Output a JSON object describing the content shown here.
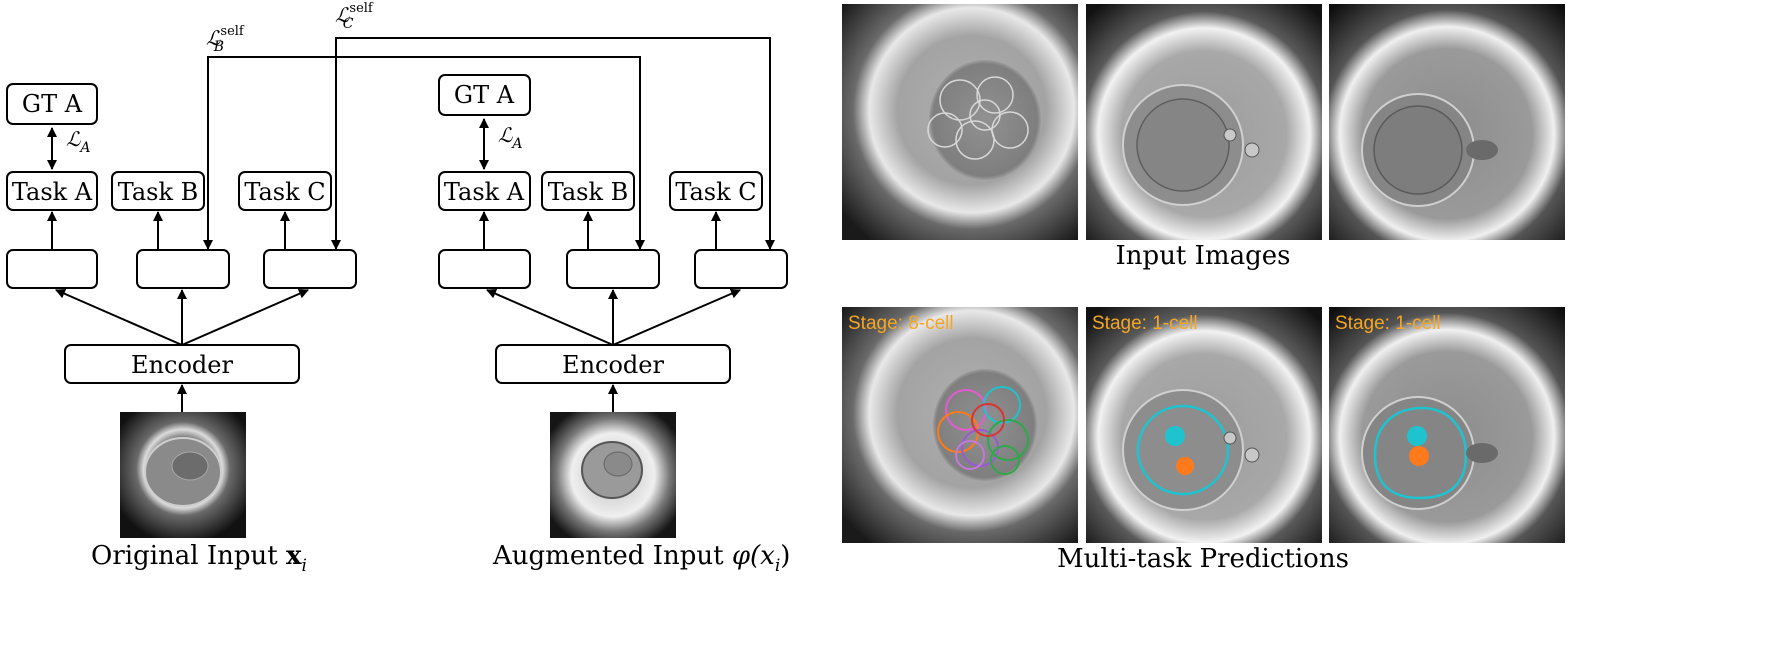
{
  "diagram": {
    "left": {
      "gt": "GT A",
      "tasks": [
        "Task A",
        "Task B",
        "Task C"
      ],
      "encoder": "Encoder",
      "caption_text": "Original Input ",
      "caption_math": "x",
      "caption_sub": "i"
    },
    "right": {
      "gt": "GT A",
      "tasks": [
        "Task A",
        "Task B",
        "Task C"
      ],
      "encoder": "Encoder",
      "caption_text": "Augmented Input ",
      "caption_math": "φ(x",
      "caption_sub": "i",
      "caption_close": ")"
    },
    "loss_a": {
      "symbol": "ℒ",
      "sub": "A"
    },
    "loss_b": {
      "symbol": "ℒ",
      "sub": "B",
      "sup": "self"
    },
    "loss_c": {
      "symbol": "ℒ",
      "sub": "C",
      "sup": "self"
    }
  },
  "photos": {
    "input_caption": "Input Images",
    "predictions_caption": "Multi-task Predictions",
    "stage_labels": [
      "Stage: 8-cell",
      "Stage: 1-cell",
      "Stage: 1-cell"
    ],
    "colors": {
      "stage_text": "#f5a623",
      "contour": "#1fc3d0",
      "dot_cyan": "#1fc3d0",
      "dot_orange": "#ff7a1a"
    }
  }
}
